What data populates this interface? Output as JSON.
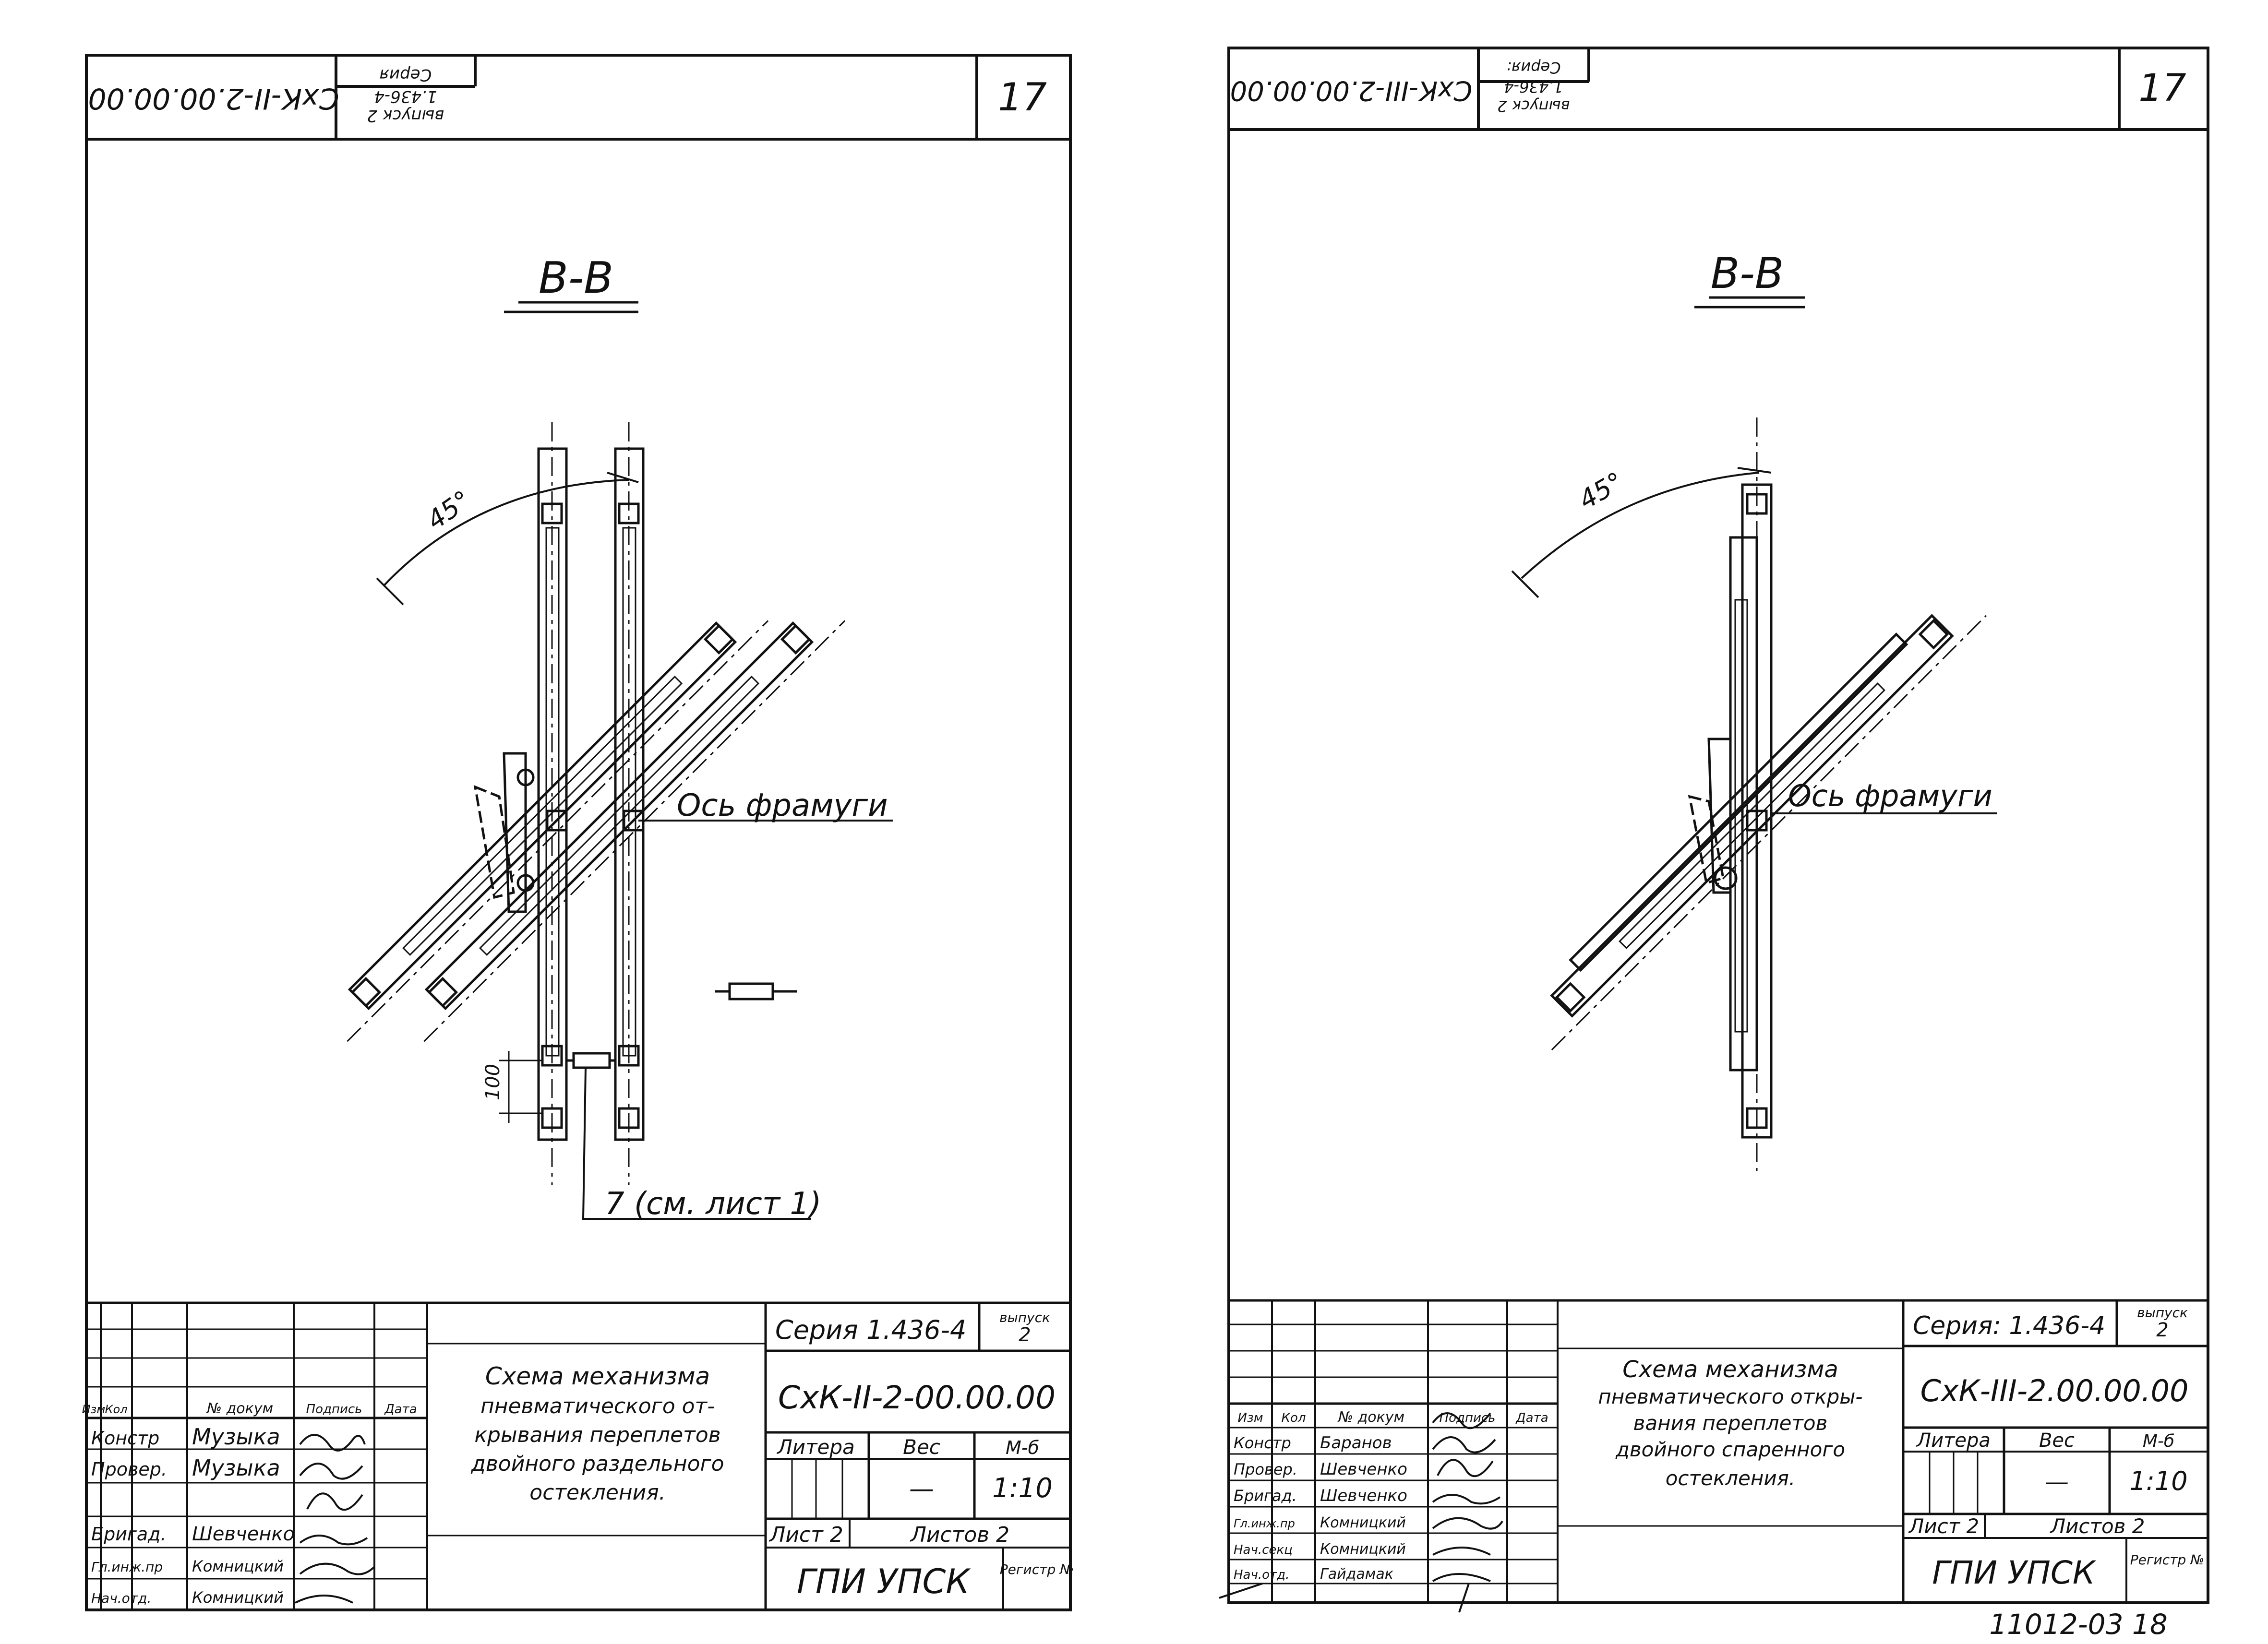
{
  "sheets": [
    {
      "page_no": "17",
      "stamp_code": "СхК-II-2.00.00.00",
      "stamp_series_lines": [
        "Серия",
        "1.436-4",
        "выпуск 2"
      ],
      "section_title": "В-В",
      "axis_label": "Ось фрамуги",
      "angle_label": "45°",
      "dim_label": "100",
      "callout": "7 (см. лист 1)",
      "series": "Серия 1.436-4",
      "issue_label": "выпуск",
      "issue_no": "2",
      "description": [
        "Схема механизма",
        "пневматического от-",
        "крывания переплетов",
        "двойного раздельного",
        "остекления."
      ],
      "code": "СхК-II-2-00.00.00",
      "h_litera": "Литера",
      "h_ves": "Вес",
      "h_scale": "М-б",
      "ves": "—",
      "scale": "1:10",
      "sheet": "Лист 2",
      "sheets_total": "Листов 2",
      "org": "ГПИ УПСК",
      "reg": "Регистр №",
      "sig_headers": [
        "Изм",
        "Кол",
        "№ докум",
        "Подпись",
        "Дата"
      ],
      "roles": [
        "Констр",
        "Провер.",
        "Бригад.",
        "Гл.инж.пр",
        "Нач.отд."
      ],
      "names": [
        "Музыка",
        "Музыка",
        "Шевченко",
        "Комницкий",
        "Комницкий"
      ]
    },
    {
      "page_no": "17",
      "stamp_code": "СхК-III-2.00.00.00",
      "stamp_series_lines": [
        "Серия:",
        "1.436-4",
        "выпуск 2"
      ],
      "section_title": "В-В",
      "axis_label": "Ось фрамуги",
      "angle_label": "45°",
      "series": "Серия: 1.436-4",
      "issue_label": "выпуск",
      "issue_no": "2",
      "description": [
        "Схема механизма",
        "пневматического откры-",
        "вания переплетов",
        "двойного спаренного",
        "остекления."
      ],
      "code": "СхК-III-2.00.00.00",
      "h_litera": "Литера",
      "h_ves": "Вес",
      "h_scale": "М-б",
      "ves": "—",
      "scale": "1:10",
      "sheet": "Лист 2",
      "sheets_total": "Листов 2",
      "org": "ГПИ УПСК",
      "reg": "Регистр №",
      "sig_headers": [
        "Изм",
        "Кол",
        "№ докум",
        "Подпись",
        "Дата"
      ],
      "roles": [
        "Констр",
        "Провер.",
        "Бригад.",
        "Гл.инж.пр",
        "Нач.секц",
        "Нач.отд."
      ],
      "names": [
        "Баранов",
        "Шевченко",
        "Шевченко",
        "Комницкий",
        "Комницкий",
        "Гайдамак"
      ],
      "archive_no": "11012-03 18"
    }
  ]
}
